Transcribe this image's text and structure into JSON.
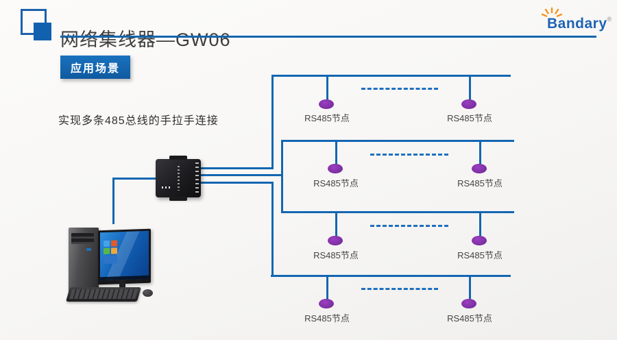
{
  "slide": {
    "title": "网络集线器—GW06",
    "logo": {
      "brand": "Bandary",
      "registered": "®"
    },
    "badge": "应用场景",
    "description": "实现多条485总线的手拉手连接"
  },
  "diagram": {
    "buses": [
      {
        "nodes": [
          {
            "label": "RS485节点"
          },
          {
            "label": "RS485节点"
          }
        ]
      },
      {
        "nodes": [
          {
            "label": "RS485节点"
          },
          {
            "label": "RS485节点"
          }
        ]
      },
      {
        "nodes": [
          {
            "label": "RS485节点"
          },
          {
            "label": "RS485节点"
          }
        ]
      },
      {
        "nodes": [
          {
            "label": "RS485节点"
          },
          {
            "label": "RS485节点"
          }
        ]
      }
    ],
    "colors": {
      "bus_line": "#1266b2",
      "dashed_line": "#1e70bf",
      "node_dot": "#7b2f9f",
      "badge_blue": "#1568b0",
      "underline_blue": "#1565ad",
      "logo_blue": "#1e63b5",
      "sun_orange": "#f6941d"
    }
  }
}
